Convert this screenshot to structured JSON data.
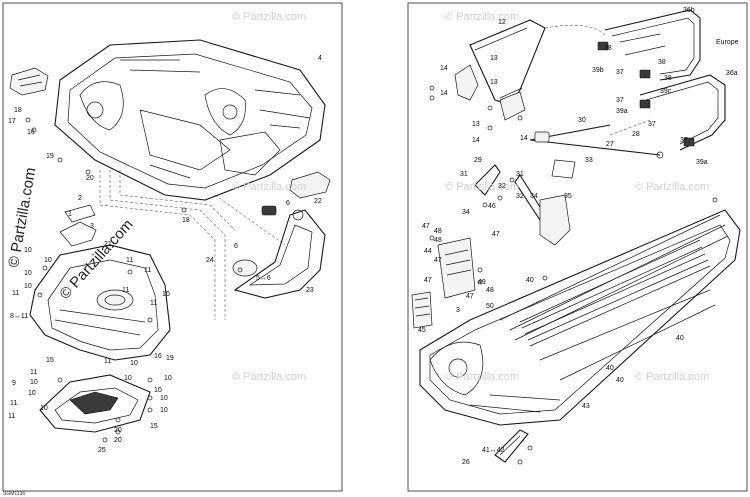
{
  "diagram": {
    "reference_code": "SGM1136",
    "watermark_text": "© Partzilla.com",
    "watermark_large_texts": [
      "© Partzilla.com",
      "© Partzilla.com"
    ],
    "left_panel": {
      "callouts": [
        "4",
        "18",
        "17",
        "16",
        "19",
        "20",
        "18",
        "2",
        "6",
        "22",
        "1",
        "3",
        "21",
        "10",
        "10",
        "10",
        "10",
        "11",
        "11",
        "11",
        "8↔11",
        "11",
        "10",
        "11",
        "6",
        "24",
        "5↔6",
        "23",
        "15",
        "11",
        "11",
        "10",
        "10",
        "9",
        "10",
        "10",
        "10",
        "11",
        "10",
        "11",
        "10",
        "10",
        "20",
        "20",
        "15",
        "25",
        "16",
        "19",
        "10"
      ]
    },
    "right_panel": {
      "callouts": [
        "12",
        "13",
        "13",
        "14",
        "14",
        "13",
        "14",
        "14",
        "36b",
        "Europe",
        "38",
        "38",
        "39b",
        "37",
        "38",
        "36a",
        "39c",
        "37",
        "39a",
        "37",
        "37",
        "39a",
        "30",
        "28",
        "27",
        "33",
        "29",
        "31",
        "31",
        "32",
        "32",
        "34",
        "35",
        "34",
        "46",
        "47",
        "48",
        "47",
        "48",
        "44",
        "47",
        "47",
        "49",
        "47",
        "48",
        "50",
        "45",
        "3",
        "40",
        "40",
        "40",
        "40",
        "43",
        "41↔42",
        "26"
      ]
    }
  }
}
